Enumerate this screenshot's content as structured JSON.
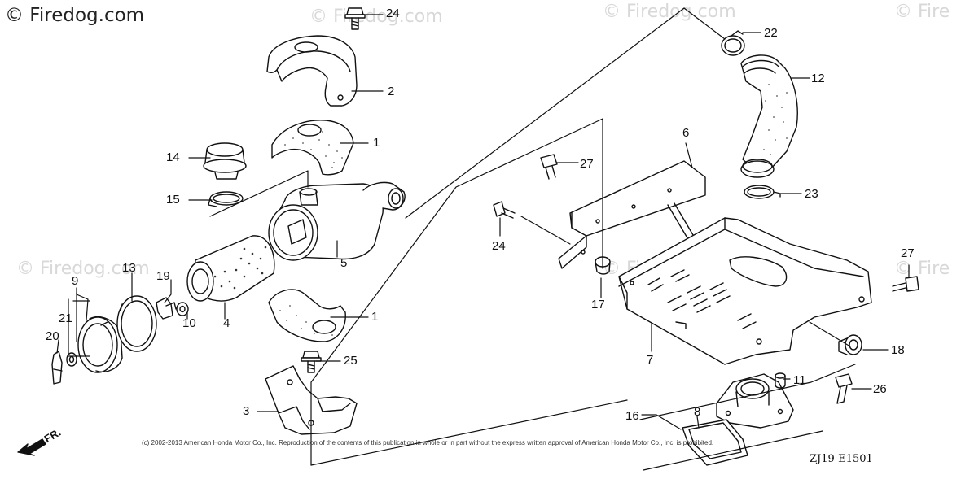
{
  "watermark": {
    "main": "© Firedog.com",
    "faint": [
      "© Firedog.com",
      "© Firedog.com",
      "© Fire",
      "© Firedog.com",
      "© Firedog.com",
      "© Fire"
    ]
  },
  "parts": {
    "p1a": "1",
    "p1b": "1",
    "p2": "2",
    "p3": "3",
    "p4": "4",
    "p5": "5",
    "p6": "6",
    "p7": "7",
    "p8": "8",
    "p9": "9",
    "p10": "10",
    "p11": "11",
    "p12": "12",
    "p13": "13",
    "p14": "14",
    "p15": "15",
    "p16": "16",
    "p17": "17",
    "p18": "18",
    "p19": "19",
    "p20": "20",
    "p21": "21",
    "p22": "22",
    "p23": "23",
    "p24a": "24",
    "p24b": "24",
    "p25": "25",
    "p26": "26",
    "p27a": "27",
    "p27b": "27"
  },
  "footer": {
    "copyright": "(c) 2002-2013 American Honda Motor Co., Inc. Reproduction of the contents of this publication in whole or in part without the express written approval of American Honda Motor Co., Inc. is prohibited.",
    "drawing_id": "ZJ19-E1501",
    "front_marker": "FR."
  },
  "icons": {
    "front_arrow": "arrow-down-left-icon"
  }
}
